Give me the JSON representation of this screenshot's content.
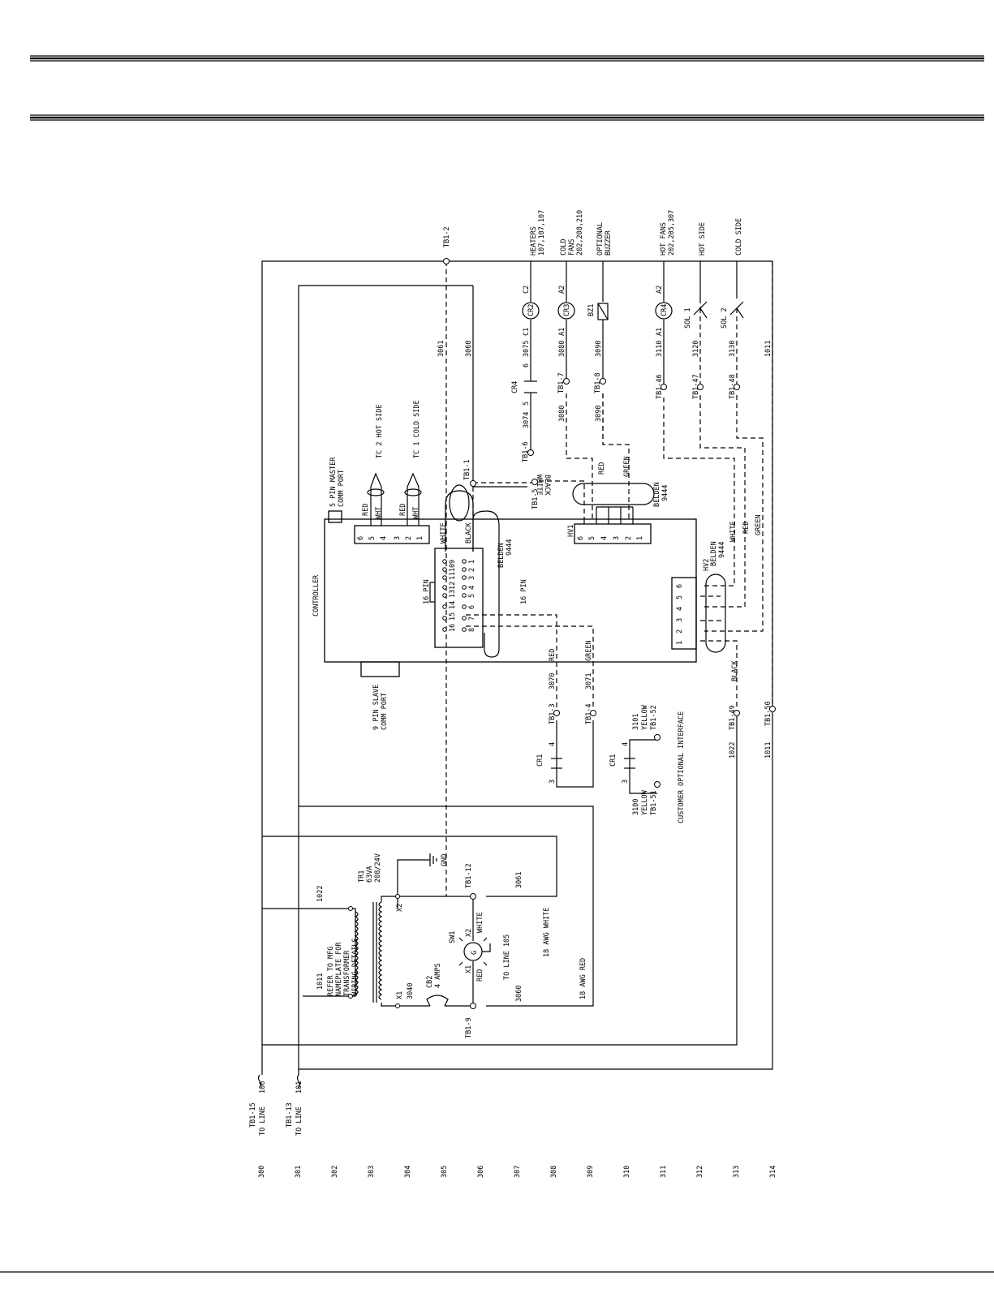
{
  "colors": {
    "ink": "#000000",
    "paper": "#ffffff"
  },
  "rungs": [
    "300",
    "301",
    "302",
    "303",
    "304",
    "305",
    "306",
    "307",
    "308",
    "309",
    "310",
    "311",
    "312",
    "313",
    "314"
  ],
  "line_in": {
    "tb15": "TB1-15",
    "tb15_to": "TO LINE",
    "tb15_ref": "106",
    "tb13": "TB1-13",
    "tb13_to": "TO LINE",
    "tb13_ref": "101"
  },
  "transformer": {
    "name": "TR1",
    "rating": "63VA",
    "voltage": "208/24V",
    "note": [
      "REFER TO MFG",
      "NAMEPLATE FOR",
      "TRANSFORMER",
      "WIRING DETAILS"
    ],
    "wire_top": "1022",
    "wire_bottom": "1011",
    "x1": "X1",
    "x2": "X2",
    "gnd": "GND",
    "w3040": "3040"
  },
  "breaker": {
    "name": "CB2",
    "rating": "4 AMPS"
  },
  "switch": {
    "name": "SW1",
    "x1": "X1",
    "x2": "X2",
    "g": "G",
    "red": "RED",
    "white": "WHITE",
    "to_line": "TO LINE 105"
  },
  "power_terms": {
    "tb12": "TB1-12",
    "tb9": "TB1-9",
    "w3061": "3061",
    "w3060": "3060",
    "awg_white": "18 AWG WHITE",
    "awg_red": "18 AWG RED"
  },
  "controller": {
    "label": "CONTROLLER",
    "master_port": [
      "5 PIN MASTER",
      "COMM PORT"
    ],
    "slave_port": [
      "9 PIN SLAVE",
      "COMM PORT"
    ],
    "connector_16": "16 PIN",
    "pins_top": [
      "9",
      "10",
      "11",
      "12",
      "13",
      "14",
      "15",
      "16"
    ],
    "pins_bottom": [
      "1",
      "2",
      "3",
      "4",
      "5",
      "6",
      "7",
      "8"
    ],
    "tc_pins": [
      "6",
      "5",
      "4",
      "3",
      "2",
      "1"
    ],
    "tc_wires": [
      "RED",
      "WHT",
      "RED",
      "WHT"
    ],
    "tc2": "TC 2 HOT SIDE",
    "tc1": "TC 1 COLD SIDE",
    "white": "WHITE",
    "black": "BLACK",
    "belden": "BELDEN",
    "belden_no": "9444",
    "pin16": "16 PIN"
  },
  "hv1": {
    "label": "HV1",
    "pins": [
      "6",
      "5",
      "4",
      "3",
      "2",
      "1"
    ],
    "belden": "BELDEN",
    "belden_no": "9444"
  },
  "hv2": {
    "label": "HV2",
    "pins": [
      "1",
      "2",
      "3",
      "4",
      "5",
      "6"
    ],
    "belden": "BELDEN",
    "belden_no": "9444",
    "white": "WHITE",
    "red": "RED",
    "green": "GREEN",
    "black": "BLACK"
  },
  "top_terms": {
    "tb2": "TB1-2",
    "tb1": "TB1-1",
    "tb5": "TB1-5",
    "tb6": "TB1-6",
    "tb7": "TB1-7",
    "tb8": "TB1-8",
    "tb46": "TB1-46",
    "tb47": "TB1-47",
    "tb48": "TB1-48",
    "w3061": "3061",
    "w3060": "3060",
    "w3074": "3074",
    "w3075": "3075",
    "w3080a": "3080",
    "w3080b": "3080",
    "w3090a": "3090",
    "w3090b": "3090",
    "w3110": "3110",
    "w3120": "3120",
    "w3130": "3130",
    "w1011": "1011",
    "white": "WHITE",
    "black": "BLACK",
    "red": "RED",
    "green": "GREEN",
    "cr4": "CR4",
    "c5": "5",
    "c6": "6"
  },
  "loads": {
    "heaters": "HEATERS",
    "heaters_ref": "107,107,107",
    "cold_fans": [
      "COLD",
      "FANS"
    ],
    "cold_fans_ref": "202,208,210",
    "buzzer": [
      "OPTIONAL",
      "BUZZER"
    ],
    "hot_fans": "HOT FANS",
    "hot_fans_ref": "202,205,307",
    "hot_side": "HOT SIDE",
    "cold_side": "COLD SIDE",
    "cr2": "CR2",
    "cr3": "CR3",
    "cr4": "CR4",
    "bz1": "BZ1",
    "c1": "C1",
    "c2": "C2",
    "a1": "A1",
    "a2": "A2",
    "sol1": "SOL 1",
    "sol2": "SOL 2"
  },
  "lower": {
    "tb3": "TB1-3",
    "tb4": "TB1-4",
    "red": "RED",
    "green": "GREEN",
    "w3070": "3070",
    "w3071": "3071",
    "cr1": "CR1",
    "c3": "3",
    "c4": "4",
    "tb49": "TB1-49",
    "tb50": "TB1-50",
    "w1022": "1022",
    "w1011": "1011"
  },
  "customer": {
    "title": "CUSTOMER OPTIONAL INTERFACE",
    "cr1": "CR1",
    "c3": "3",
    "c4": "4",
    "tb51": "TB1-51",
    "tb52": "TB1-52",
    "yellow": "YELLOW",
    "w3100": "3100",
    "w3101": "3101"
  }
}
